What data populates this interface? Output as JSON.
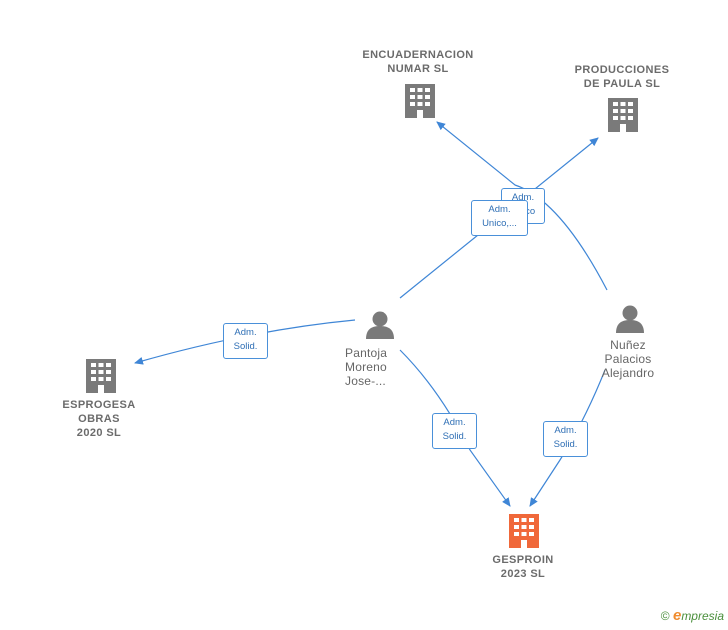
{
  "nodes": {
    "encuadernacion": {
      "label": "ENCUADERNACION\nNUMAR  SL",
      "icon": "building-icon",
      "color": "#7a7a7a"
    },
    "producciones": {
      "label": "PRODUCCIONES\nDE PAULA  SL",
      "icon": "building-icon",
      "color": "#7a7a7a"
    },
    "esprogesa": {
      "label": "ESPROGESA\nOBRAS\n2020  SL",
      "icon": "building-icon",
      "color": "#7a7a7a"
    },
    "gesproin": {
      "label": "GESPROIN\n2023  SL",
      "icon": "building-icon",
      "color": "#f0683a"
    },
    "pantoja": {
      "label": "Pantoja\nMoreno\nJose-...",
      "icon": "person-icon",
      "color": "#7a7a7a"
    },
    "nunez": {
      "label": "Nuñez\nPalacios\nAlejandro",
      "icon": "person-icon",
      "color": "#7a7a7a"
    }
  },
  "edges": {
    "back_label": "Adm.\nUnico",
    "front_label": "Adm.\nUnico,...",
    "esprogesa_label": "Adm.\nSolid.",
    "pantoja_gesproin_label": "Adm.\nSolid.",
    "nunez_gesproin_label": "Adm.\nSolid."
  },
  "brand": {
    "copyright": "©",
    "e": "e",
    "rest": "mpresia"
  },
  "colors": {
    "edge": "#3f86d6",
    "label_border": "#4a90d9"
  }
}
